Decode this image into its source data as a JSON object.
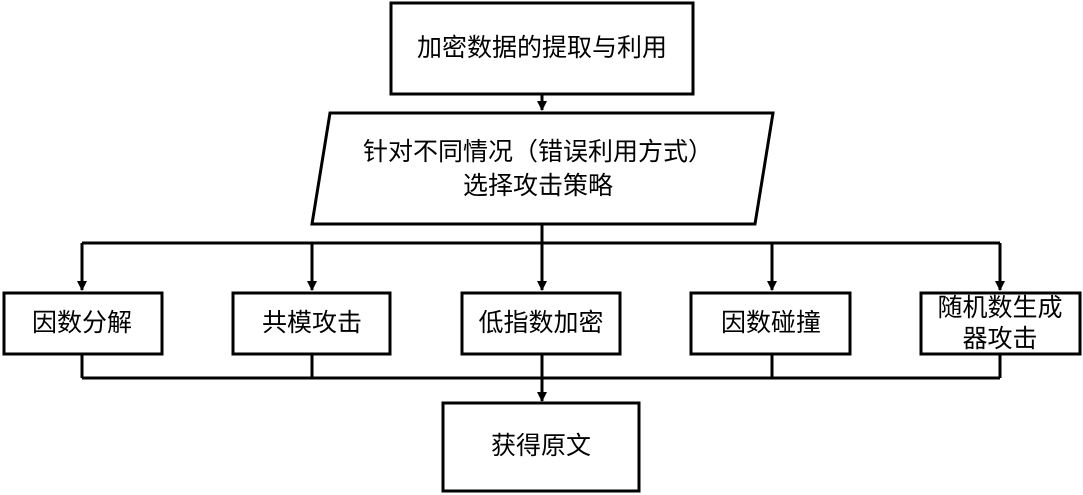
{
  "nodes": {
    "top": "加密数据的提取与利用",
    "strategy_line1": "针对不同情况（错误利用方式）",
    "strategy_line2": "选择攻击策略",
    "attacks": [
      "因数分解",
      "共模攻击",
      "低指数加密",
      "因数碰撞"
    ],
    "random_attack_line1": "随机数生成",
    "random_attack_line2": "器攻击",
    "result": "获得原文"
  },
  "colors": {
    "stroke": "#000000",
    "fill": "#ffffff"
  }
}
